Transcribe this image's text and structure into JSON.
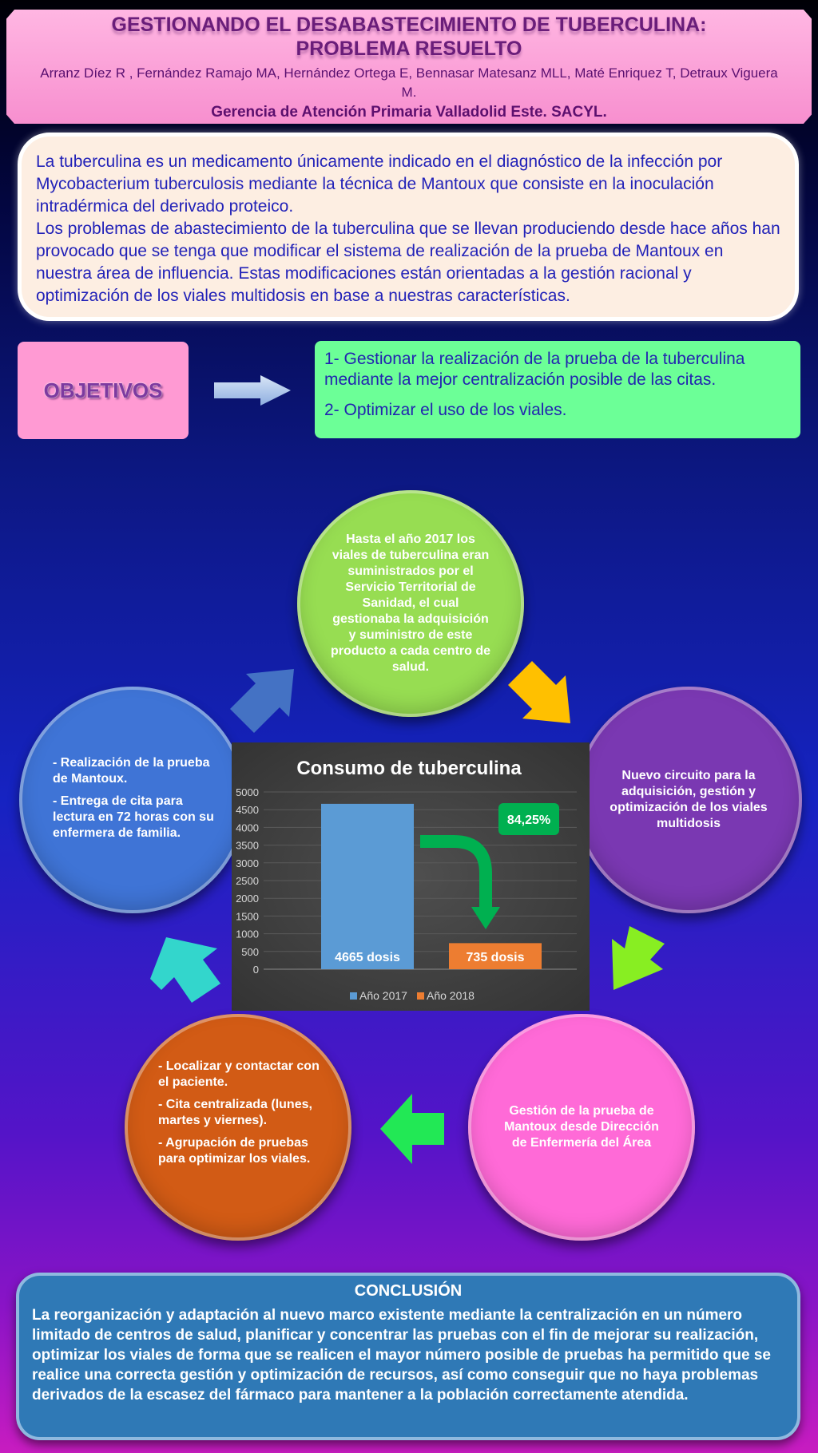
{
  "header": {
    "title_line1": "GESTIONANDO EL DESABASTECIMIENTO DE TUBERCULINA:",
    "title_line2": "PROBLEMA RESUELTO",
    "authors": "Arranz Díez R , Fernández Ramajo MA, Hernández Ortega E, Bennasar Matesanz MLL, Maté Enriquez T, Detraux Viguera M.",
    "institution": "Gerencia de Atención Primaria Valladolid Este. SACYL."
  },
  "intro": {
    "p1": "La tuberculina  es un medicamento únicamente  indicado en el diagnóstico de la infección por Mycobacterium tuberculosis mediante la técnica de Mantoux que consiste en la inoculación intradérmica del derivado proteico.",
    "p2": "Los problemas de abastecimiento de la tuberculina que se llevan produciendo desde hace años han provocado que se tenga que modificar el sistema de realización de la prueba de Mantoux en nuestra área de influencia. Estas modificaciones están orientadas a la gestión racional y optimización de los viales multidosis en base a nuestras características."
  },
  "objectives": {
    "label": "OBJETIVOS",
    "items": [
      "1- Gestionar la realización de la prueba de la tuberculina mediante la mejor centralización posible de las citas.",
      "2- Optimizar el uso de los viales."
    ]
  },
  "cycle": {
    "green": "Hasta el año 2017 los viales de tuberculina eran suministrados por el Servicio Territorial de Sanidad, el cual gestionaba la adquisición y suministro de este producto a cada centro de salud.",
    "purple": "Nuevo circuito para la adquisición, gestión y optimización de los viales multidosis",
    "pink": "Gestión de la prueba de Mantoux desde Dirección de Enfermería del Área",
    "orange": [
      "- Localizar y contactar con el paciente.",
      "- Cita  centralizada (lunes, martes y viernes).",
      "- Agrupación de pruebas para optimizar los viales."
    ],
    "blue": [
      "- Realización de la prueba de Mantoux.",
      "- Entrega de cita para lectura en 72 horas con su enfermera de familia."
    ],
    "arrow_colors": [
      "#4472c4",
      "#ffc000",
      "#88ee22",
      "#22e855",
      "#33d6cc"
    ]
  },
  "chart_data": {
    "type": "bar",
    "title": "Consumo de tuberculina",
    "categories": [
      "Año 2017",
      "Año 2018"
    ],
    "series": [
      {
        "name": "Año 2017",
        "values": [
          4665
        ],
        "color": "#5b9bd5",
        "data_label": "4665 dosis"
      },
      {
        "name": "Año 2018",
        "values": [
          735
        ],
        "color": "#ed7d31",
        "data_label": "735 dosis"
      }
    ],
    "y_ticks": [
      0,
      500,
      1000,
      1500,
      2000,
      2500,
      3000,
      3500,
      4000,
      4500,
      5000
    ],
    "ylim": [
      0,
      5000
    ],
    "annotation": "84,25%",
    "legend_position": "bottom",
    "grid": true
  },
  "conclusion": {
    "title": "CONCLUSIÓN",
    "text": "La reorganización y adaptación al nuevo marco existente mediante la  centralización en un número limitado de centros de salud,  planificar y concentrar las pruebas con el fin de mejorar su realización, optimizar los viales de forma que se realicen el mayor número posible de pruebas ha permitido que se realice una correcta gestión y optimización de recursos, así como conseguir  que no haya problemas derivados de la escasez del fármaco para mantener a la población correctamente atendida."
  }
}
